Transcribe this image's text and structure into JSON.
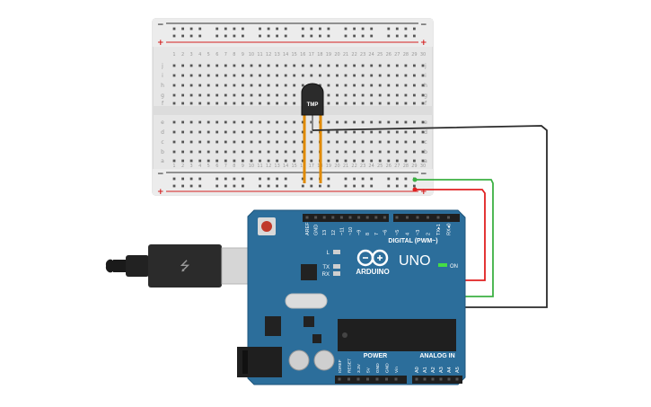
{
  "breadboard": {
    "rail_plus": "+",
    "rail_minus": "−",
    "row_letters_top": [
      "j",
      "i",
      "h",
      "g",
      "f"
    ],
    "row_letters_bottom": [
      "e",
      "d",
      "c",
      "b",
      "a"
    ],
    "column_count": 30
  },
  "sensor": {
    "label": "TMP"
  },
  "arduino": {
    "brand": "ARDUINO",
    "model": "UNO",
    "digital_label": "DIGITAL (PWM~)",
    "analog_label": "ANALOG IN",
    "power_label": "POWER",
    "on_label": "ON",
    "led_l": "L",
    "led_tx": "TX",
    "led_rx": "RX",
    "digital_pins": [
      "AREF",
      "GND",
      "13",
      "12",
      "~11",
      "~10",
      "~9",
      "8",
      "7",
      "~6",
      "~5",
      "4",
      "~3",
      "2",
      "TX▸1",
      "RX◂0"
    ],
    "power_pins": [
      "IOREF",
      "RESET",
      "3.3V",
      "5V",
      "GND",
      "GND",
      "Vin"
    ],
    "analog_pins": [
      "A0",
      "A1",
      "A2",
      "A3",
      "A4",
      "A5"
    ]
  },
  "colors": {
    "board_blue": "#2c6e9b",
    "wire_red": "#e02020",
    "wire_green": "#3cb043",
    "wire_black": "#2a2a2a",
    "leg_orange": "#e08a00"
  }
}
